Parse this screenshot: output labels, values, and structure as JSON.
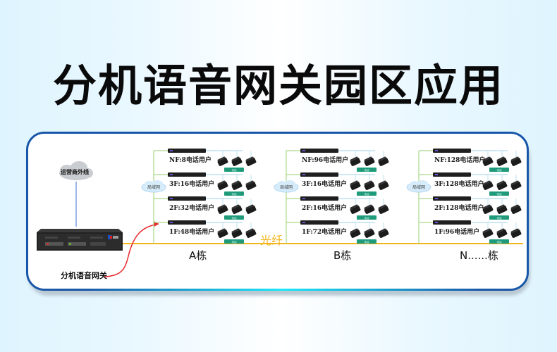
{
  "title": "分机语音网关园区应用",
  "gateway": {
    "label": "分机语音网关",
    "brand_badge": "logo"
  },
  "isp": {
    "label": "运营商外线"
  },
  "fiber_label": "光纤",
  "lan_label": "局域网",
  "phone_tag": "电话",
  "buildings": [
    {
      "name": "A栋",
      "floors": [
        {
          "label": "NF:8电话用户"
        },
        {
          "label": "3F:16电话用户"
        },
        {
          "label": "2F:32电话用户"
        },
        {
          "label": "1F:48电话用户"
        }
      ]
    },
    {
      "name": "B栋",
      "floors": [
        {
          "label": "NF:96电话用户"
        },
        {
          "label": "3F:16电话用户"
        },
        {
          "label": "2F:16电话用户"
        },
        {
          "label": "1F:72电话用户"
        }
      ]
    },
    {
      "name": "N......栋",
      "floors": [
        {
          "label": "NF:128电话用户"
        },
        {
          "label": "3F:128电话用户"
        },
        {
          "label": "2F:128电话用户"
        },
        {
          "label": "1F:96电话用户"
        }
      ]
    }
  ],
  "colors": {
    "panel_border": "#1857a8",
    "fiber": "#f2b51d",
    "lan_line": "#a8d88a",
    "phone_line": "#bfe0f2",
    "isp_line": "#7a9ee8",
    "red_link": "#e8262a",
    "tag": "#1f9a7a"
  }
}
